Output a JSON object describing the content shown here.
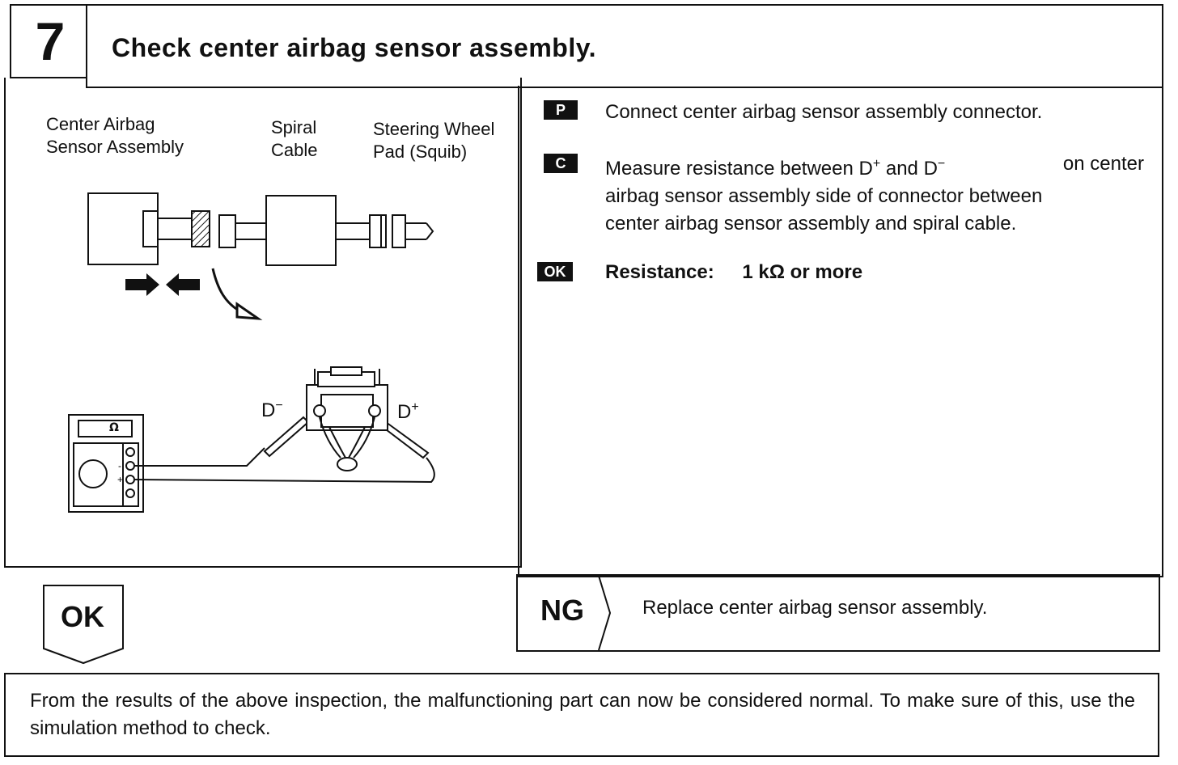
{
  "header": {
    "step_number": "7",
    "title": "Check center airbag sensor assembly."
  },
  "diagram": {
    "labels": {
      "center_airbag_line1": "Center Airbag",
      "center_airbag_line2": "Sensor Assembly",
      "spiral_line1": "Spiral",
      "spiral_line2": "Cable",
      "steering_line1": "Steering Wheel",
      "steering_line2": "Pad (Squib)",
      "d_minus": "D",
      "d_plus": "D",
      "meter_symbol": "Ω"
    }
  },
  "steps": {
    "prepare": {
      "tag": "P",
      "text": "Connect center airbag sensor assembly connector."
    },
    "check": {
      "tag": "C",
      "line1_a": "Measure resistance between D",
      "line1_b": " and D",
      "line1_c": " on center",
      "line2": "airbag sensor assembly side of connector between",
      "line3": "center airbag sensor assembly and spiral cable."
    },
    "ok": {
      "tag": "OK",
      "label": "Resistance:",
      "value": "1 kΩ or more"
    }
  },
  "results": {
    "ok_label": "OK",
    "ng_label": "NG",
    "ng_action": "Replace center airbag sensor assembly."
  },
  "note": {
    "text": "From the results of the above inspection, the malfunctioning part can now be considered normal.  To make sure of this, use the simulation method to check."
  },
  "colors": {
    "ink": "#111111",
    "paper": "#ffffff"
  }
}
